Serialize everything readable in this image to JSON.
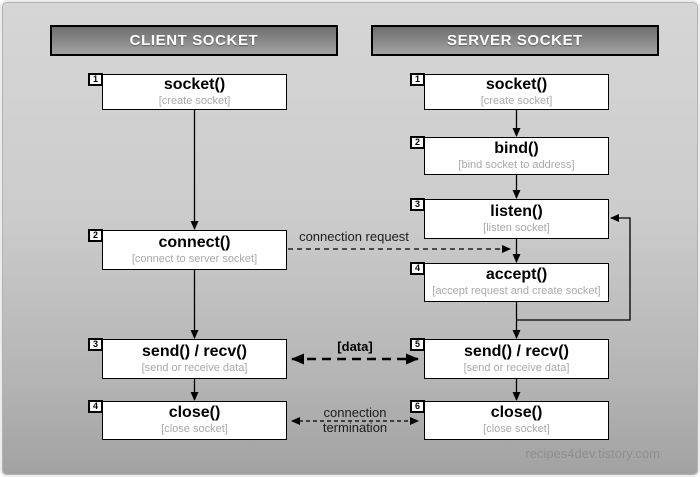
{
  "page": {
    "watermark": "recipes4dev.tistory.com"
  },
  "colors": {
    "canvas_top": "#d6d6d6",
    "canvas_bottom": "#a2a2a2",
    "header_gradient_top": "#6e6e6e",
    "header_gradient_bottom": "#a3a3a3",
    "box_bg": "#ffffff",
    "subtitle_gray": "#a9a9a9",
    "watermark_gray": "#8e8e8e"
  },
  "client": {
    "header": "CLIENT SOCKET",
    "steps": [
      {
        "num": "1",
        "title": "socket()",
        "subtitle": "[create socket]"
      },
      {
        "num": "2",
        "title": "connect()",
        "subtitle": "[connect to server socket]"
      },
      {
        "num": "3",
        "title": "send() / recv()",
        "subtitle": "[send or receive data]"
      },
      {
        "num": "4",
        "title": "close()",
        "subtitle": "[close socket]"
      }
    ]
  },
  "server": {
    "header": "SERVER SOCKET",
    "steps": [
      {
        "num": "1",
        "title": "socket()",
        "subtitle": "[create socket]"
      },
      {
        "num": "2",
        "title": "bind()",
        "subtitle": "[bind socket to address]"
      },
      {
        "num": "3",
        "title": "listen()",
        "subtitle": "[listen socket]"
      },
      {
        "num": "4",
        "title": "accept()",
        "subtitle": "[accept request and create socket]"
      },
      {
        "num": "5",
        "title": "send() / recv()",
        "subtitle": "[send or receive data]"
      },
      {
        "num": "6",
        "title": "close()",
        "subtitle": "[close socket]"
      }
    ]
  },
  "links": {
    "connection_request": "connection request",
    "data": "[data]",
    "termination_line1": "connection",
    "termination_line2": "termination"
  }
}
